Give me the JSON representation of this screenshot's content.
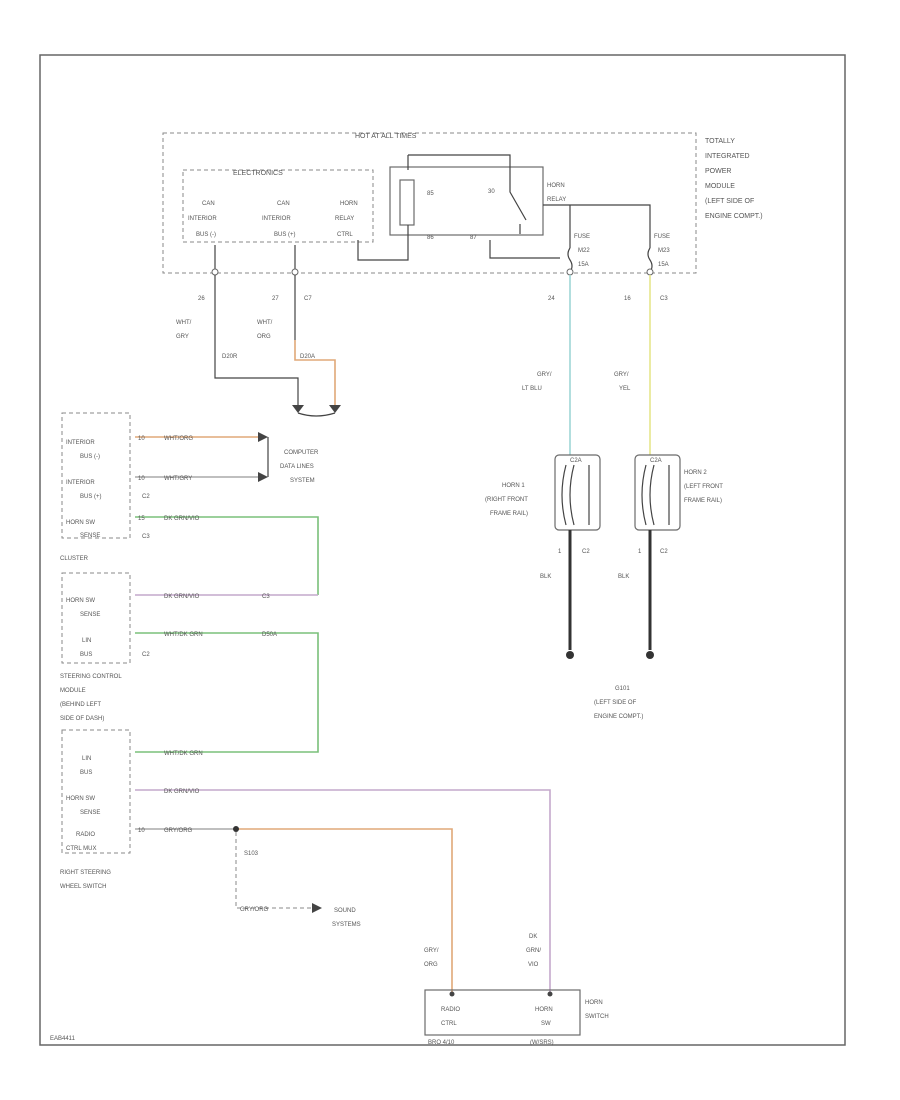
{
  "tipm": {
    "title": "HOT AT ALL TIMES",
    "electronics": "ELECTRONICS",
    "side_label": [
      "TOTALLY",
      "INTEGRATED",
      "POWER",
      "MODULE",
      "(LEFT SIDE OF",
      "ENGINE COMPT.)"
    ],
    "can_interior_l": [
      "CAN",
      "INTERIOR",
      "BUS (-)"
    ],
    "can_interior_h": [
      "CAN",
      "INTERIOR",
      "BUS (+)"
    ],
    "horn_relay_ctrl": [
      "HORN",
      "RELAY",
      "CTRL"
    ],
    "relay_pin_85": "85",
    "relay_pin_86": "86",
    "relay_pin_30": "30",
    "relay_pin_87": "87",
    "horn_relay": [
      "HORN",
      "RELAY"
    ],
    "fuse_m22": [
      "FUSE",
      "M22",
      "15A"
    ],
    "fuse_m23": [
      "FUSE",
      "M23",
      "15A"
    ]
  },
  "can_pins": {
    "pin_l": "26",
    "pin_h": "27",
    "conn_h": "C7",
    "wire_l": [
      "WHT/",
      "GRY"
    ],
    "wire_h": [
      "WHT/",
      "ORG"
    ],
    "splice_l": "D20R",
    "splice_h": "D20A"
  },
  "horn_feeds": {
    "pin1": "24",
    "pin2": "16",
    "conn2": "C3",
    "wire1": [
      "GRY/",
      "LT BLU"
    ],
    "wire2": [
      "GRY/",
      "YEL"
    ],
    "color1": "#9fd6d6",
    "color2": "#e6e68c"
  },
  "cluster": {
    "bus_l": [
      "INTERIOR",
      "BUS (-)"
    ],
    "bus_h": [
      "INTERIOR",
      "BUS (+)"
    ],
    "horn_sw": [
      "HORN SW",
      "SENSE"
    ],
    "wire_l": "WHT/ORG",
    "wire_h": "WHT/GRY",
    "wire_horn": "DK GRN/VIO",
    "conn_l": "C2",
    "conn_h": "C2",
    "conn_horn": "C3",
    "pin_l": "10",
    "pin_h": "10",
    "pin_horn": "15",
    "name": "CLUSTER",
    "orange": "#e0a878",
    "green": "#7ac07a",
    "violet": "#c4a8cc"
  },
  "computer_data": [
    "COMPUTER",
    "DATA LINES",
    "SYSTEM"
  ],
  "sccm": {
    "horn_sw": [
      "HORN SW",
      "SENSE"
    ],
    "lin_bus": [
      "LIN",
      "BUS"
    ],
    "wire_horn": "DK GRN/VIO",
    "wire_lin": "WHT/DK GRN",
    "conn_horn": "C3",
    "conn_lin": "C2",
    "splice_lin": "D50A",
    "name": [
      "STEERING CONTROL",
      "MODULE",
      "(BEHIND LEFT",
      "SIDE OF DASH)"
    ]
  },
  "right_switch": {
    "lin_bus": [
      "LIN",
      "BUS"
    ],
    "horn_sw": [
      "HORN SW",
      "SENSE"
    ],
    "radio_ctrl": [
      "RADIO",
      "CTRL MUX"
    ],
    "wire_lin": "WHT/DK GRN",
    "wire_horn": "DK GRN/VIO",
    "wire_radio": "GRY/ORG",
    "pin_radio": "10",
    "name": [
      "RIGHT STEERING",
      "WHEEL SWITCH"
    ]
  },
  "sound": {
    "splice": "S103",
    "wire": "GRY/ORG",
    "label": [
      "SOUND",
      "SYSTEMS"
    ]
  },
  "clockspring": {
    "wire_radio": [
      "GRY/",
      "ORG"
    ],
    "wire_horn": [
      "DK",
      "GRN/",
      "VIO"
    ],
    "radio": [
      "RADIO",
      "CTRL"
    ],
    "horn": [
      "HORN",
      "SW"
    ],
    "name": [
      "HORN",
      "SWITCH"
    ],
    "left_tag": "BRO 4/10",
    "right_tag": "(W/SRS)"
  },
  "horns": {
    "horn1": [
      "HORN 1",
      "(RIGHT FRONT",
      "FRAME RAIL)"
    ],
    "horn2": [
      "HORN 2",
      "(LEFT FRONT",
      "FRAME RAIL)"
    ],
    "pin_a": "C2A",
    "pin_b": "C2A",
    "ground_pin": "1",
    "ground_conn1": "C2",
    "ground_conn2": "C2",
    "ground_wire": "BLK",
    "ground_name": [
      "G101",
      "(LEFT SIDE OF",
      "ENGINE COMPT.)"
    ]
  },
  "footer_code": "EAB4411"
}
